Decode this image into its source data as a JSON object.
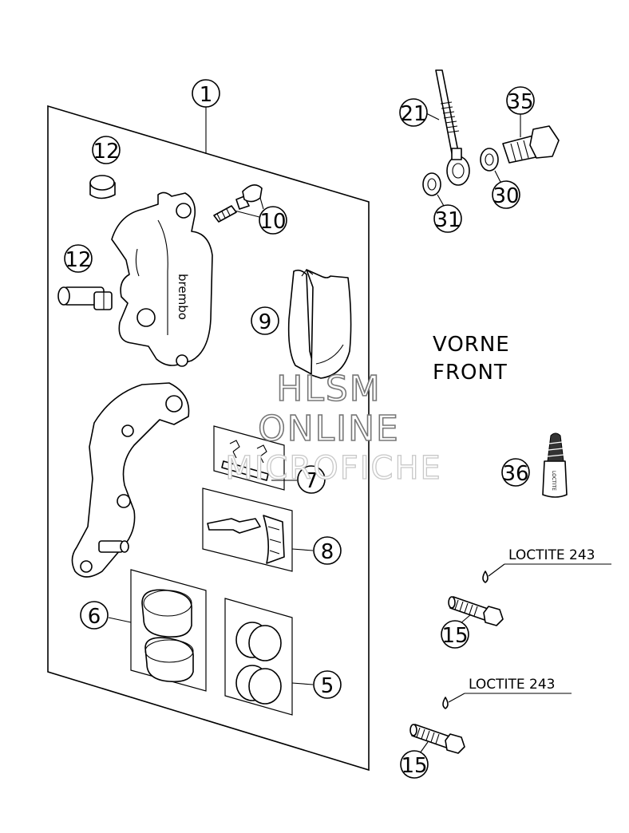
{
  "callouts": {
    "c1": "1",
    "c12a": "12",
    "c10": "10",
    "c12b": "12",
    "c9": "9",
    "c7": "7",
    "c8": "8",
    "c6": "6",
    "c5": "5",
    "c21": "21",
    "c35": "35",
    "c30": "30",
    "c31": "31",
    "c36": "36",
    "c15a": "15",
    "c15b": "15"
  },
  "labels": {
    "vorne": "VORNE",
    "front": "FRONT",
    "loctite_top": "LOCTITE 243",
    "loctite_bottom": "LOCTITE 243",
    "caliper_brand": "brembo",
    "tube_label": "LOCTITE"
  },
  "watermark": {
    "line1": "HLSM",
    "line2": "ONLINE",
    "line3": "MICROFICHE"
  }
}
